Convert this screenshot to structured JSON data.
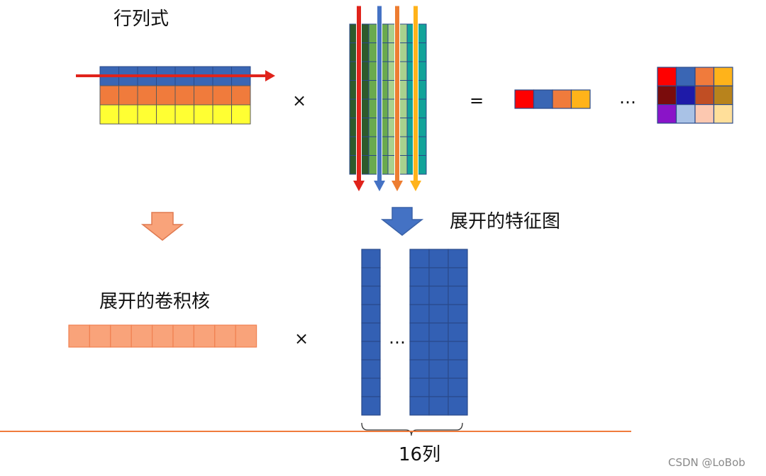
{
  "labels": {
    "title": "行列式",
    "feature_map_label": "展开的特征图",
    "kernel_label": "展开的卷积核",
    "columns_label": "16列"
  },
  "operators": {
    "times": "×",
    "equals": "=",
    "ellipsis": "…"
  },
  "watermark": "CSDN @LoBob",
  "colors": {
    "row_blue": "#3a66b4",
    "row_orange": "#f07b3c",
    "row_yellow": "#ffff33",
    "arrow_red": "#e0231b",
    "arrow_blue": "#4472c4",
    "arrow_orange": "#ed7d31",
    "arrow_gold": "#ffb31a",
    "col_dark_green": "#2e5a2c",
    "col_green": "#6aaa4e",
    "col_light_green": "#a9d18e",
    "col_teal": "#12a39a",
    "kernel_salmon": "#f9a37a",
    "unfolded_blue": "#3360b4",
    "divider_orange": "#f07b3c",
    "down_arrow_salmon": "#f9a37a",
    "down_arrow_blue": "#4472c4",
    "result_row": [
      "#ff0000",
      "#3a66b4",
      "#f07b3c",
      "#ffb31a"
    ],
    "result_grid": [
      [
        "#ff0000",
        "#3a66b4",
        "#f07b3c",
        "#ffb31a"
      ],
      [
        "#7a0c0c",
        "#1e1aa8",
        "#c04e24",
        "#b8831c"
      ],
      [
        "#8a14c8",
        "#a9c2e6",
        "#fcc8b0",
        "#ffdf9a"
      ]
    ]
  },
  "icons": [
    "right-arrow-icon",
    "down-arrow-icon",
    "block-down-arrow-icon",
    "curly-brace-icon"
  ]
}
